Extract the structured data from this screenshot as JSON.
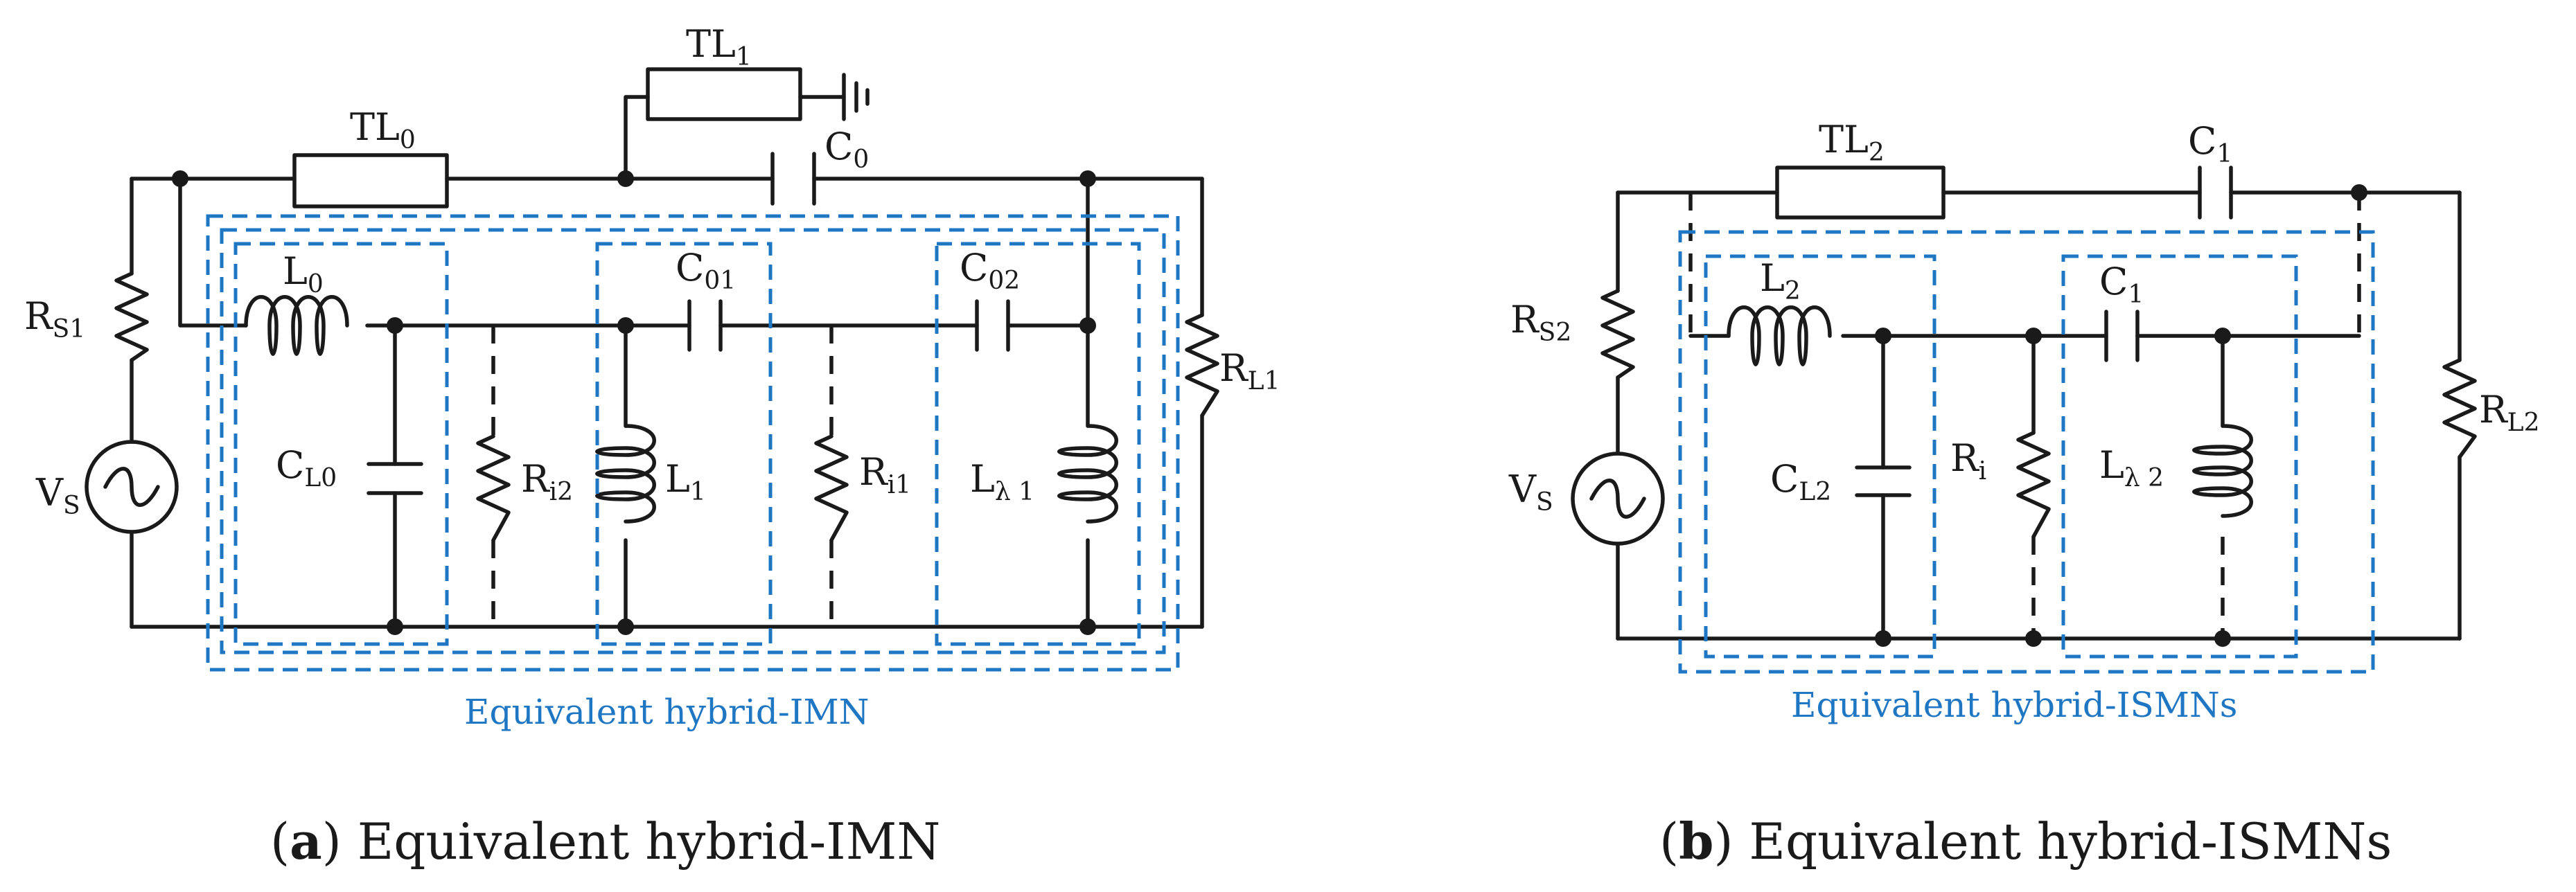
{
  "panel_a": {
    "labels": {
      "TL1": {
        "main": "TL",
        "sub": "1"
      },
      "TL0": {
        "main": "TL",
        "sub": "0"
      },
      "C0": {
        "main": "C",
        "sub": "0"
      },
      "L0": {
        "main": "L",
        "sub": "0"
      },
      "C01": {
        "main": "C",
        "sub": "01"
      },
      "C02": {
        "main": "C",
        "sub": "02"
      },
      "RS1": {
        "main": "R",
        "sub": "S1"
      },
      "RL1": {
        "main": "R",
        "sub": "L1"
      },
      "VS": {
        "main": "V",
        "sub": "S"
      },
      "CL0": {
        "main": "C",
        "sub": "L0"
      },
      "Ri2": {
        "main": "R",
        "sub": "i2"
      },
      "L1": {
        "main": "L",
        "sub": "1"
      },
      "Ri1": {
        "main": "R",
        "sub": "i1"
      },
      "Llam1": {
        "main": "L",
        "sub": "λ 1"
      }
    },
    "box_label": "Equivalent hybrid-IMN",
    "caption_letter": "a",
    "caption_text": "Equivalent hybrid-IMN"
  },
  "panel_b": {
    "labels": {
      "TL2": {
        "main": "TL",
        "sub": "2"
      },
      "C1top": {
        "main": "C",
        "sub": "1"
      },
      "L2": {
        "main": "L",
        "sub": "2"
      },
      "C1mid": {
        "main": "C",
        "sub": "1"
      },
      "RS2": {
        "main": "R",
        "sub": "S2"
      },
      "RL2": {
        "main": "R",
        "sub": "L2"
      },
      "VS": {
        "main": "V",
        "sub": "S"
      },
      "CL2": {
        "main": "C",
        "sub": "L2"
      },
      "Ri": {
        "main": "R",
        "sub": "i"
      },
      "Llam2": {
        "main": "L",
        "sub": "λ 2"
      }
    },
    "box_label": "Equivalent hybrid-ISMNs",
    "caption_letter": "b",
    "caption_text": "Equivalent hybrid-ISMNs"
  }
}
